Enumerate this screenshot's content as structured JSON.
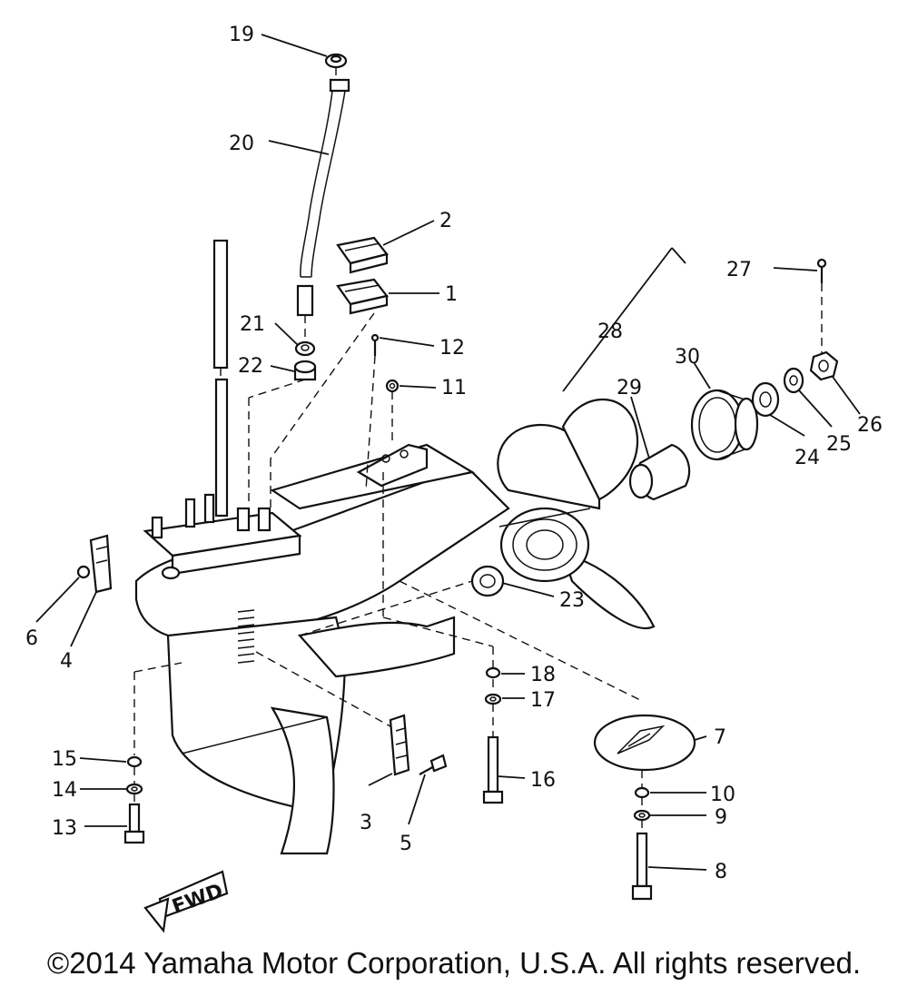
{
  "callouts": [
    "1",
    "2",
    "3",
    "4",
    "5",
    "6",
    "7",
    "8",
    "9",
    "10",
    "11",
    "12",
    "13",
    "14",
    "15",
    "16",
    "17",
    "18",
    "19",
    "20",
    "21",
    "22",
    "23",
    "24",
    "25",
    "26",
    "27",
    "28",
    "29",
    "30"
  ],
  "fwd_label": "FWD",
  "copyright": "©2014 Yamaha Motor Corporation, U.S.A. All rights reserved."
}
